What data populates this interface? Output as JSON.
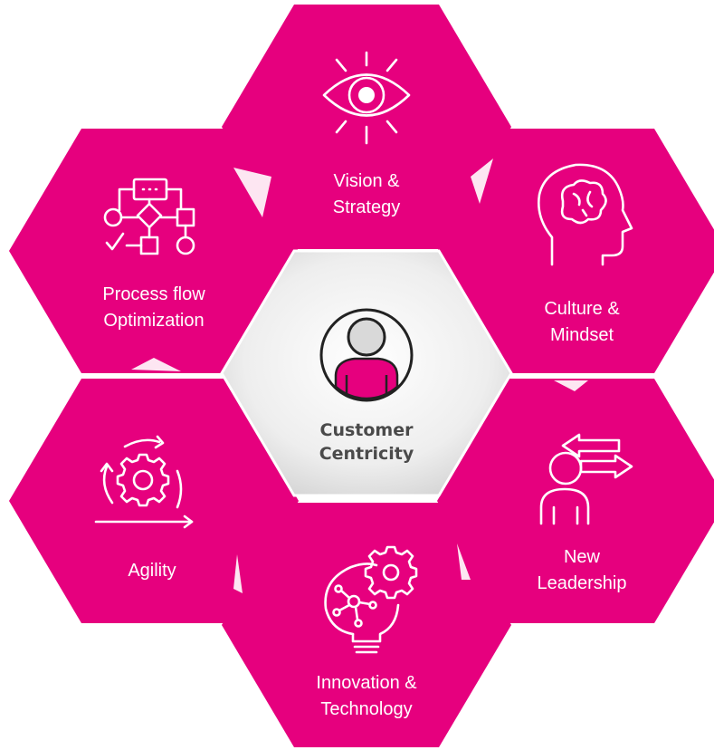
{
  "diagram": {
    "center": {
      "icon": "customer-avatar-icon",
      "label_line1": "Customer",
      "label_line2": "Centricity"
    },
    "segments": [
      {
        "id": "vision",
        "icon": "eye-icon",
        "line1": "Vision &",
        "line2": "Strategy"
      },
      {
        "id": "culture",
        "icon": "brain-head-icon",
        "line1": "Culture &",
        "line2": "Mindset"
      },
      {
        "id": "leadership",
        "icon": "leader-arrows-icon",
        "line1": "New",
        "line2": "Leadership"
      },
      {
        "id": "innovation",
        "icon": "lightbulb-gear-icon",
        "line1": "Innovation &",
        "line2": "Technology"
      },
      {
        "id": "agility",
        "icon": "cycle-gear-icon",
        "line1": "Agility",
        "line2": ""
      },
      {
        "id": "process",
        "icon": "flowchart-icon",
        "line1": "Process flow",
        "line2": "Optimization"
      }
    ],
    "colors": {
      "hexagon": "#E6007E",
      "center_fill_light": "#FFFFFF",
      "center_fill_dark": "#D9D9D9",
      "center_text": "#4A4A4A"
    }
  }
}
